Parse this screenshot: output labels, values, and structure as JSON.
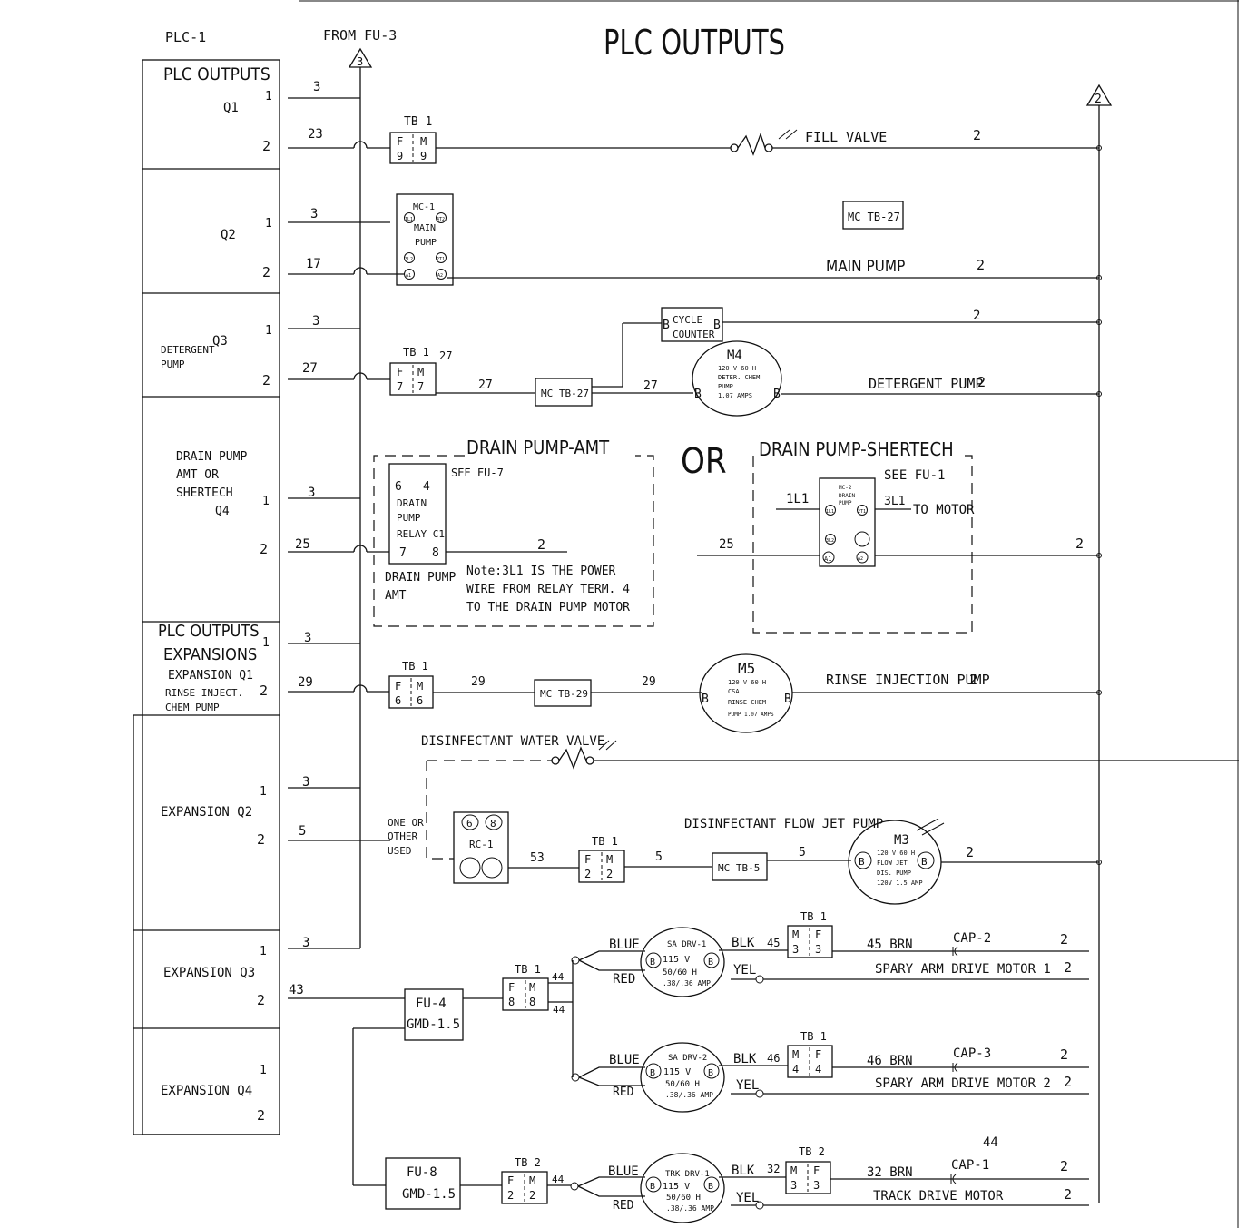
{
  "title": "PLC OUTPUTS",
  "plc_label": "PLC-1",
  "from_label": "FROM FU-3",
  "ref_3": "3",
  "ref_2": "2",
  "panel": {
    "header": "PLC OUTPUTS",
    "q1": "Q1",
    "q2": "Q2",
    "q3": "Q3",
    "q3_desc": [
      "DETERGENT",
      "PUMP"
    ],
    "q4_desc": [
      "DRAIN PUMP",
      "AMT OR",
      "SHERTECH",
      "Q4"
    ],
    "exp_header": [
      "PLC OUTPUTS",
      "EXPANSIONS"
    ],
    "exp_q1": [
      "EXPANSION Q1",
      "RINSE INJECT.",
      "CHEM PUMP"
    ],
    "exp_q2": "EXPANSION Q2",
    "exp_q3": "EXPANSION Q3",
    "exp_q4": "EXPANSION Q4",
    "pin1": "1",
    "pin2": "2"
  },
  "wires": {
    "w3": "3",
    "w23": "23",
    "w17": "17",
    "w27": "27",
    "w25": "25",
    "w29": "29",
    "w5": "5",
    "w43": "43",
    "w2": "2",
    "w53": "53",
    "w44": "44",
    "w45": "45",
    "w46": "46",
    "w32": "32"
  },
  "tb1": "TB 1",
  "tb2": "TB 2",
  "tb_f": "F",
  "tb_m": "M",
  "fill_valve": "FILL VALVE",
  "mc_tb27": "MC TB-27",
  "mc_tb29": "MC TB-29",
  "mc_tb5": "MC TB-5",
  "mc1": [
    "MC-1",
    "MAIN",
    "PUMP"
  ],
  "mc1_terms": [
    "1L1",
    "4T2",
    "3L2",
    "2T1",
    "A1",
    "A2"
  ],
  "main_pump": "MAIN PUMP",
  "cycle_counter": [
    "CYCLE",
    "COUNTER"
  ],
  "b": "B",
  "m4": [
    "M4",
    "120 V 60 H",
    "DETER. CHEM",
    "PUMP",
    "1.07 AMPS"
  ],
  "detergent_pump": "DETERGENT PUMP",
  "drain_amt_title": "DRAIN PUMP-AMT",
  "or": "OR",
  "drain_sher_title": "DRAIN PUMP-SHERTECH",
  "see_fu7": "SEE FU-7",
  "relay": [
    "6",
    "4",
    "DRAIN",
    "PUMP",
    "RELAY C1",
    "7",
    "8"
  ],
  "drain_pump_amt": [
    "DRAIN PUMP",
    "AMT"
  ],
  "note": [
    "Note:3L1 IS THE POWER",
    "WIRE FROM RELAY TERM. 4",
    "TO THE DRAIN PUMP MOTOR"
  ],
  "see_fu1": "SEE FU-1",
  "mc2": [
    "MC-2",
    "DRAIN",
    "PUMP"
  ],
  "mc2_terms": [
    "1L1",
    "2T1",
    "3L2",
    "A1",
    "A2"
  ],
  "l1": "1L1",
  "l3": "3L1",
  "to_motor": "TO MOTOR",
  "m5": [
    "M5",
    "120 V 60 H",
    "CSA",
    "RINSE CHEM",
    "PUMP 1.07 AMPS"
  ],
  "rinse_pump": "RINSE INJECTION PUMP",
  "dis_water_valve": "DISINFECTANT WATER VALVE",
  "one_or_other": [
    "ONE OR",
    "OTHER",
    "USED"
  ],
  "rc1": [
    "6",
    "8",
    "RC-1"
  ],
  "dis_flow_jet": "DISINFECTANT FLOW JET PUMP",
  "m3": [
    "M3",
    "120 V 60 H",
    "FLOW JET",
    "DIS. PUMP",
    "120V 1.5 AMP"
  ],
  "fu4": [
    "FU-4",
    "GMD-1.5"
  ],
  "fu8": [
    "FU-8",
    "GMD-1.5"
  ],
  "blue": "BLUE",
  "red": "RED",
  "blk": "BLK",
  "yel": "YEL",
  "sa1": [
    "SA DRV-1",
    "115 V",
    "50/60 H",
    ".38/.36 AMP"
  ],
  "sa2": [
    "SA DRV-2",
    "115 V",
    "50/60 H",
    ".38/.36 AMP"
  ],
  "trk": [
    "TRK DRV-1",
    "115 V",
    "50/60 H",
    ".38/.36 AMP"
  ],
  "brn45": "45 BRN",
  "brn46": "46 BRN",
  "brn32": "32 BRN",
  "cap1": "CAP-1",
  "cap2": "CAP-2",
  "cap3": "CAP-3",
  "spary1": "SPARY ARM DRIVE MOTOR 1",
  "spary2": "SPARY ARM DRIVE MOTOR 2",
  "track_motor": "TRACK DRIVE MOTOR",
  "tb_nums": {
    "n9": "9",
    "n7": "7",
    "n6": "6",
    "n2": "2",
    "n8": "8",
    "n3": "3",
    "n4": "4"
  },
  "stray_44": "44"
}
